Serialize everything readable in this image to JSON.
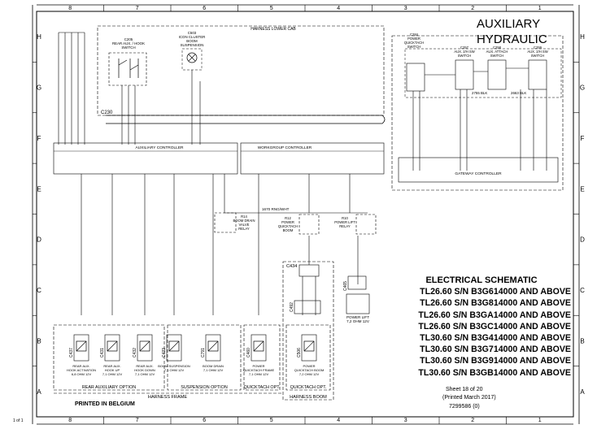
{
  "title": {
    "auxiliary": [
      "AUXILIARY",
      "HYDRAULIC"
    ],
    "schematic": "ELECTRICAL SCHEMATIC",
    "models": [
      "TL26.60 S/N B3G614000 AND ABOVE",
      "TL26.60 S/N B3G814000 AND ABOVE",
      "TL26.60 S/N B3GA14000 AND ABOVE",
      "TL26.60 S/N B3GC14000 AND ABOVE",
      "TL30.60 S/N B3G414000 AND ABOVE",
      "TL30.60 S/N B3G714000 AND ABOVE",
      "TL30.60 S/N B3G914000 AND ABOVE",
      "TL30.60 S/N B3GB14000 AND ABOVE"
    ],
    "sheet": "Sheet 18 of 20",
    "printed": "(Printed March 2017)",
    "doc_number": "7299586 (0)",
    "printed_in": "PRINTED IN BELGIUM",
    "page": "1 of 1"
  },
  "grid": {
    "columns": [
      "8",
      "7",
      "6",
      "5",
      "4",
      "3",
      "2",
      "1"
    ],
    "rows": [
      "H",
      "G",
      "F",
      "E",
      "D",
      "C",
      "B",
      "A"
    ]
  },
  "harness_labels": {
    "lower_cab": "HARNESS LOWER CAB",
    "frame": "HARNESS FRAME",
    "boom": "HARNESS BOOM",
    "rear_aux": "REAR AUXILIARY OPTION",
    "suspension": "SUSPENSION OPTION",
    "quicktach": "QUICKTACH OPT.",
    "quicktach2": "QUICKTACH OPT."
  },
  "controllers": {
    "auxiliary": "AUXILIARY CONTROLLER",
    "workgroup": "WORKGROUP CONTROLLER",
    "gateway": "GATEWAY CONTROLLER"
  },
  "connectors": {
    "c230": "C230",
    "c434": "C434",
    "c492": "C492",
    "c465": "C465",
    "c205": "C205",
    "c503": "C503"
  },
  "top_components": {
    "rear_aux_switch": [
      "C205",
      "REAR AUX. / HOOK",
      "SWITCH"
    ],
    "icon_cluster": [
      "C503",
      "ICON CLUSTER",
      "BOOM",
      "SUSPENSION"
    ],
    "power_qt_switch": [
      "C284",
      "POWER",
      "QUICKTACH",
      "SWITCH"
    ],
    "aux_sw_1": [
      "C257",
      "AUX. 2/H SW",
      "SWITCH"
    ],
    "aux_sw_2": [
      "C258",
      "AUX. ATTACH",
      "SWITCH"
    ],
    "aux_sw_3": [
      "C259",
      "AUX. 2/H SW",
      "SWITCH"
    ]
  },
  "relays": {
    "r14": [
      "R14",
      "BOOM DRAIN",
      "VALVE",
      "RELAY"
    ],
    "r12": [
      "R12",
      "POWER",
      "QUICKTACH",
      "BOOM"
    ],
    "r10": [
      "R10",
      "POWER LIFT",
      "RELAY"
    ]
  },
  "wire_labels": {
    "w1670": "1670 RNG/WHT",
    "w2755": "2755 BLK",
    "w2663": "2663 BLK"
  },
  "loads": [
    {
      "conn": "C437",
      "desc": [
        "REAR AUX.",
        "HOOK ACTIVATION",
        "6,8 OHM 12V"
      ]
    },
    {
      "conn": "C431",
      "desc": [
        "REAR AUX.",
        "HOOK UP",
        "7,1 OHM 12V"
      ]
    },
    {
      "conn": "C432",
      "desc": [
        "REAR AUX.",
        "HOOK DOWN",
        "7,1 OHM 12V"
      ]
    },
    {
      "conn": "C433",
      "desc": [
        "BOOM SUSPENSION",
        "7,1 OHM 12V"
      ]
    },
    {
      "conn": "C791",
      "desc": [
        "BOOM DRAIN",
        "7,1 OHM 12V"
      ]
    },
    {
      "conn": "C460",
      "desc": [
        "POWER",
        "QUICKTACH FRAME",
        "7,1 OHM 12V"
      ]
    },
    {
      "conn": "C506",
      "desc": [
        "POWER",
        "QUICKTACH BOOM",
        "7,2 OHM 12V"
      ]
    }
  ],
  "power_lift": [
    "POWER LIFT",
    "7,2 OHM 12V"
  ]
}
